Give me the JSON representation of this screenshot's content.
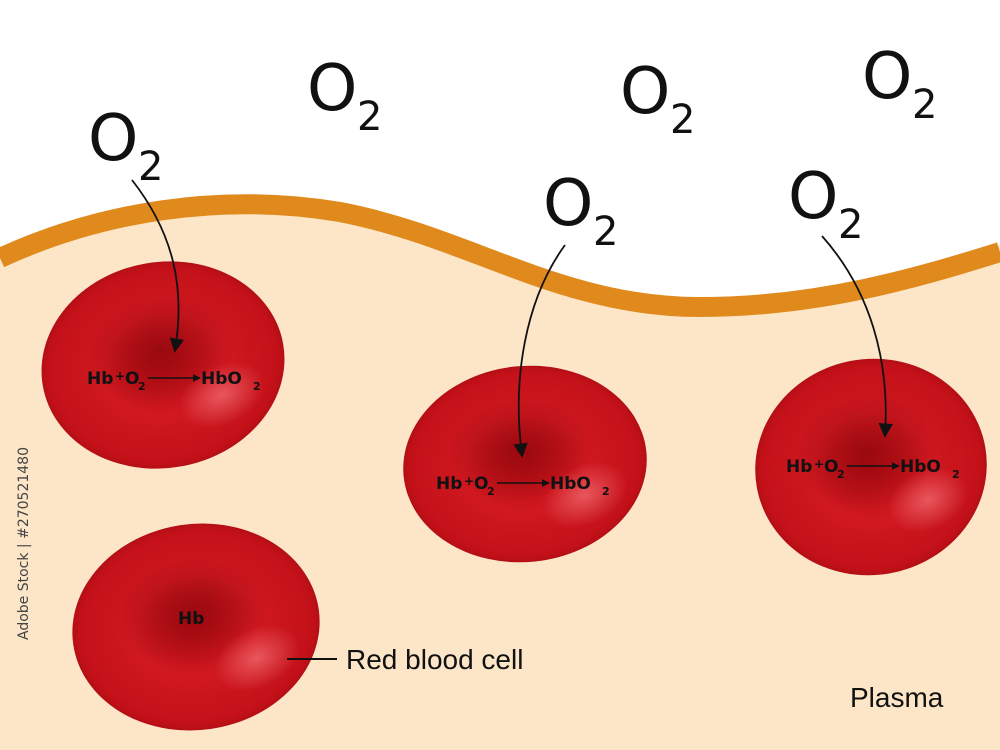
{
  "oxygen": {
    "o_symbol": "O",
    "o_subscript": "2"
  },
  "cells": [
    {
      "eq": {
        "hb": "Hb",
        "plus": "+",
        "o": "O",
        "o_sub": "2",
        "product": "HbO",
        "product_sub": "2"
      }
    },
    {
      "eq": {
        "hb": "Hb",
        "plus": "+",
        "o": "O",
        "o_sub": "2",
        "product": "HbO",
        "product_sub": "2"
      }
    },
    {
      "eq": {
        "hb": "Hb",
        "plus": "+",
        "o": "O",
        "o_sub": "2",
        "product": "HbO",
        "product_sub": "2"
      }
    },
    {
      "label": "Hb"
    }
  ],
  "labels": {
    "red_blood_cell": "Red blood cell",
    "plasma": "Plasma"
  },
  "credit": "Adobe Stock | #270521480",
  "colors": {
    "plasma": "#fde6c8",
    "membrane": "#e08a1e",
    "cell": "#c81018",
    "cell_dark": "#8e0a10",
    "background": "#ffffff"
  }
}
